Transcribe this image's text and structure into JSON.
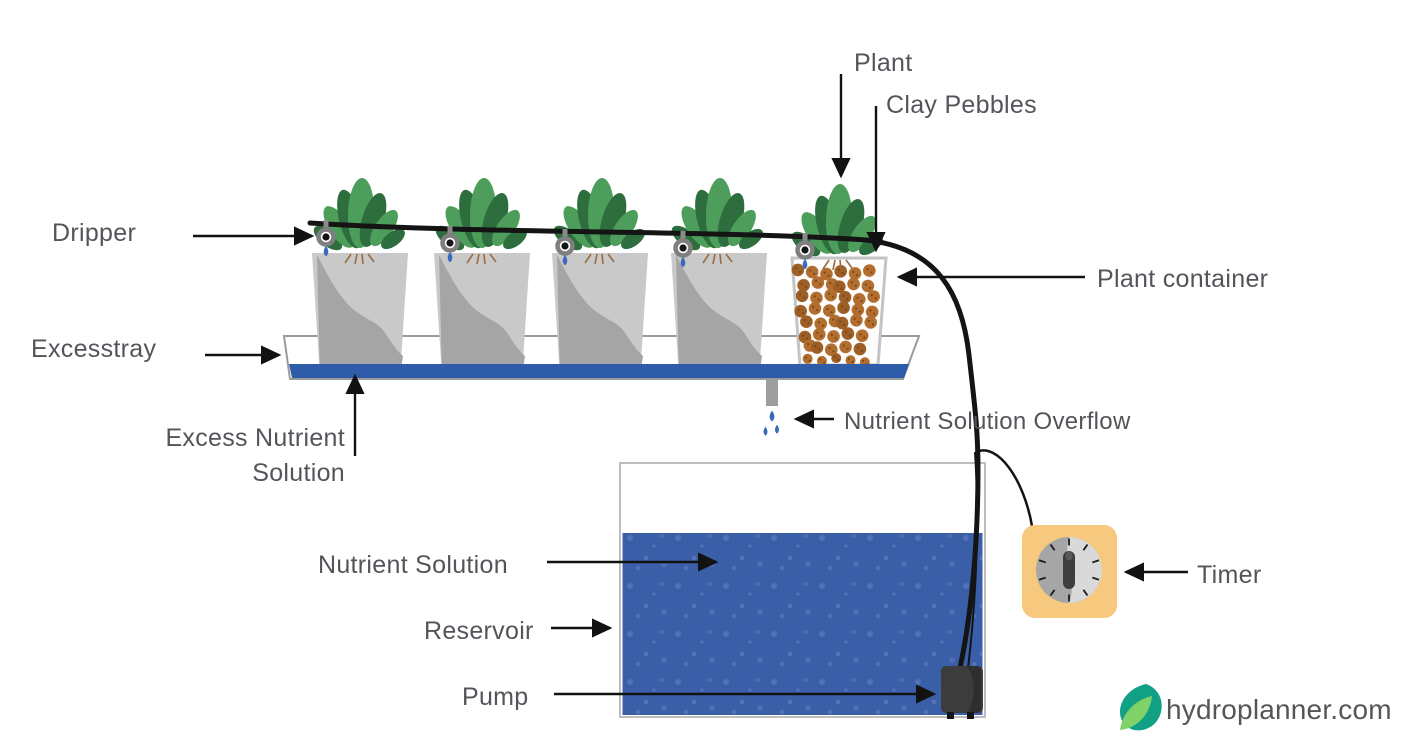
{
  "labels": {
    "plant": "Plant",
    "clay_pebbles": "Clay Pebbles",
    "dripper": "Dripper",
    "plant_container": "Plant container",
    "excess_tray": "Excesstray",
    "excess_nutrient_solution": "Excess Nutrient\nSolution",
    "nutrient_solution_overflow": "Nutrient Solution Overflow",
    "nutrient_solution": "Nutrient Solution",
    "reservoir": "Reservoir",
    "pump": "Pump",
    "timer": "Timer"
  },
  "branding": {
    "site": "hydroplanner.com",
    "icon": "leaf-icon"
  },
  "colors": {
    "water": "#3a5fa8",
    "tray_liquid": "#2e5ca8",
    "pot_light": "#c9c9c9",
    "pot_dark": "#a5a5a5",
    "leaf_dark": "#2e6e3e",
    "leaf_light": "#4e9e5b",
    "pebble": "#b26e2f",
    "pebble_alt": "#9d5f26",
    "pebble_dot": "#7a4715",
    "timer_body": "#f6c97e",
    "dial_dark": "#a6a6a6",
    "dial_light": "#d9d9d9",
    "knob": "#3e3e3e",
    "tube": "#141414",
    "drop_blue": "#3a6abc",
    "pump_body": "#3c3c3c",
    "logo_teal": "#12a085",
    "logo_green": "#7fd168"
  }
}
